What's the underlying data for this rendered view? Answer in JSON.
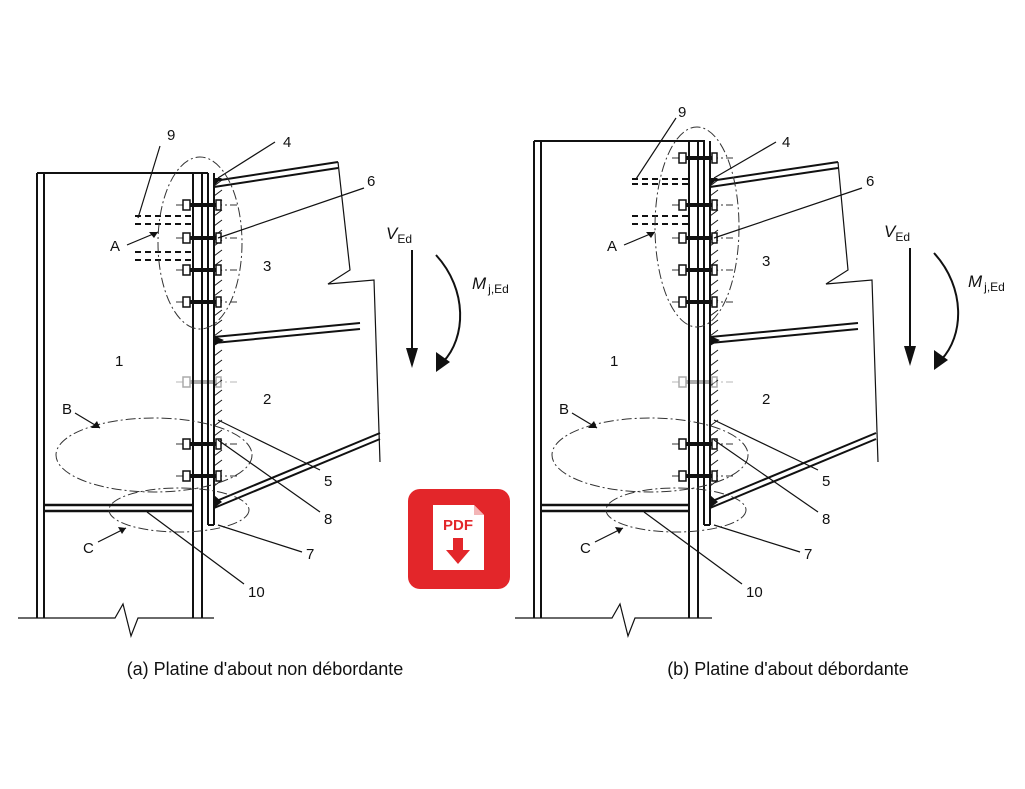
{
  "panels": [
    {
      "caption": "(a) Platine d'about non débordante",
      "labels": {
        "1": "1",
        "2": "2",
        "3": "3",
        "4": "4",
        "5": "5",
        "6": "6",
        "7": "7",
        "8": "8",
        "9": "9",
        "10": "10"
      },
      "zones": {
        "A": "A",
        "B": "B",
        "C": "C"
      },
      "shear": {
        "symbol": "V",
        "sub": "Ed"
      },
      "moment": {
        "symbol": "M",
        "sub": "j,Ed"
      }
    },
    {
      "caption": "(b) Platine d'about débordante",
      "labels": {
        "1": "1",
        "2": "2",
        "3": "3",
        "4": "4",
        "5": "5",
        "6": "6",
        "7": "7",
        "8": "8",
        "9": "9",
        "10": "10"
      },
      "zones": {
        "A": "A",
        "B": "B",
        "C": "C"
      },
      "shear": {
        "symbol": "V",
        "sub": "Ed"
      },
      "moment": {
        "symbol": "M",
        "sub": "j,Ed"
      }
    }
  ],
  "badge": {
    "text": "PDF",
    "icon": "pdf-download-icon",
    "color": "#e3262a"
  }
}
